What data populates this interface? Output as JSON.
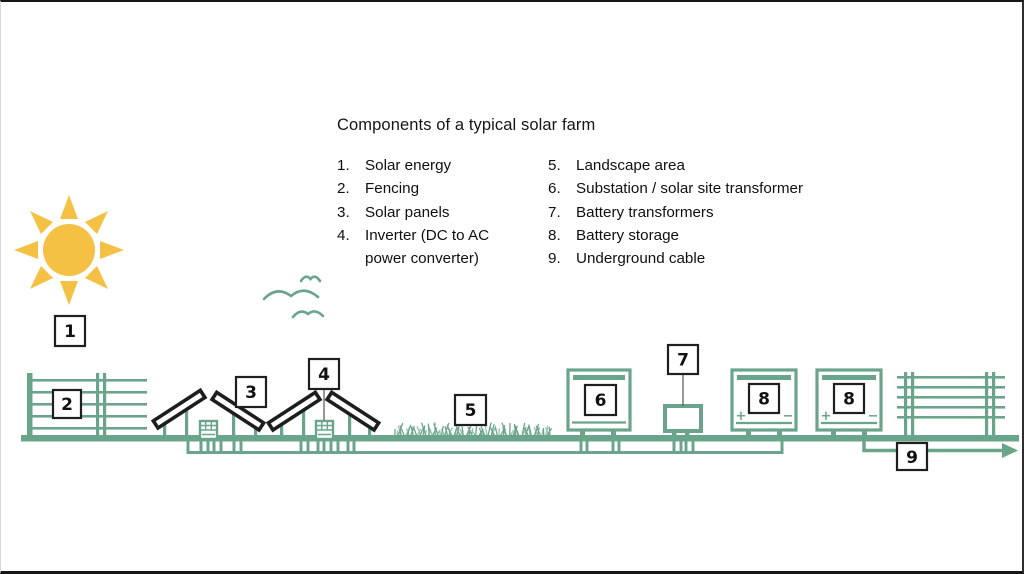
{
  "title": "Components of a typical solar farm",
  "legend": {
    "column1": [
      {
        "num": "1.",
        "label": "Solar energy"
      },
      {
        "num": "2.",
        "label": "Fencing"
      },
      {
        "num": "3.",
        "label": "Solar panels"
      },
      {
        "num": "4.",
        "label": "Inverter (DC to AC power converter)"
      }
    ],
    "column2": [
      {
        "num": "5.",
        "label": "Landscape area"
      },
      {
        "num": "6.",
        "label": "Substation / solar site transformer"
      },
      {
        "num": "7.",
        "label": "Battery transformers"
      },
      {
        "num": "8.",
        "label": "Battery storage"
      },
      {
        "num": "9.",
        "label": "Underground cable"
      }
    ]
  },
  "diagram": {
    "markers": {
      "sun": "1",
      "fencing": "2",
      "solar_panels": "3",
      "inverter": "4",
      "landscape": "5",
      "substation": "6",
      "battery_transformer": "7",
      "battery_storage_1": "8",
      "battery_storage_2": "8",
      "underground_cable": "9"
    },
    "battery_plus": "+",
    "battery_minus": "−",
    "colors": {
      "green": "#6aa58b",
      "sun_yellow": "#f5c144",
      "panel_black": "#1e1e1e",
      "marker_border": "#1f1f1f"
    }
  }
}
